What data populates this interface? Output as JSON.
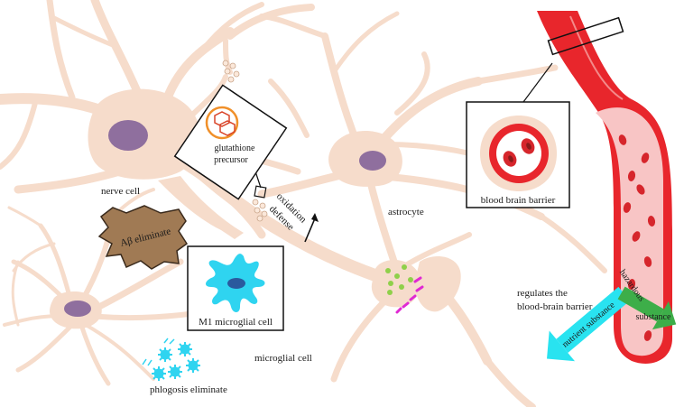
{
  "labels": {
    "nerve_cell": "nerve cell",
    "astrocyte": "astrocyte",
    "microglial_cell": "microglial cell",
    "abeta_eliminate": "Aβ eliminate",
    "m1_microglial": "M1  microglial cell",
    "phlogosis_eliminate": "phlogosis eliminate",
    "glutathione_line1": "glutathione",
    "glutathione_line2": "precursor",
    "oxidation": "oxidation",
    "defense": "defense",
    "bbb": "blood brain barrier",
    "regulates_line1": "regulates the",
    "regulates_line2": "blood-brain barrier",
    "nutrient": "nutrient substance",
    "hazardous": "hazardous",
    "substance": "substance"
  },
  "colors": {
    "cell_body": "#f6dccb",
    "nucleus": "#8f6f9e",
    "vessel_wall": "#e8262c",
    "vessel_lumen": "#f8c5c5",
    "rbc": "#d6262c",
    "microglia_cyan": "#2fd4f0",
    "abeta_brown": "#a07a54",
    "nutrient_arrow": "#29e3f0",
    "hazard_arrow": "#3dae49",
    "vesicle_green": "#8fd04a",
    "receptor_magenta": "#e02ad3",
    "glutathione_ring": "#f0902a"
  }
}
